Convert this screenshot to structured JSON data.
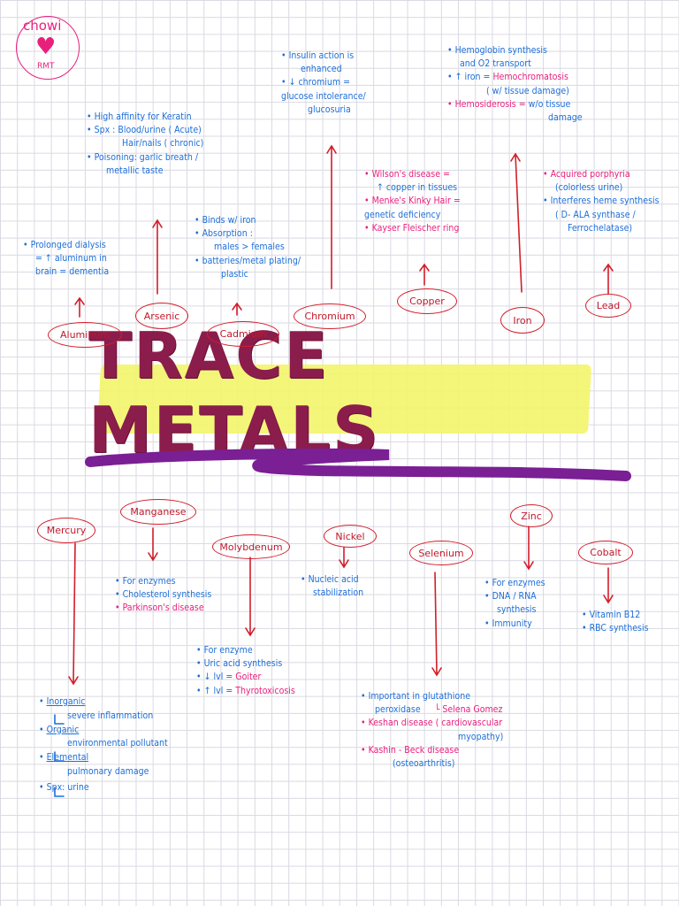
{
  "logo": {
    "top": "chowi",
    "bottom": "RMT"
  },
  "title": "TRACE METALS",
  "labels": {
    "aluminum": "Aluminum",
    "arsenic": "Arsenic",
    "cadmium": "Cadmium",
    "chromium": "Chromium",
    "copper": "Copper",
    "iron": "Iron",
    "lead": "Lead",
    "mercury": "Mercury",
    "manganese": "Manganese",
    "molybdenum": "Molybdenum",
    "nickel": "Nickel",
    "selenium": "Selenium",
    "zinc": "Zinc",
    "cobalt": "Cobalt"
  },
  "notes": {
    "aluminum": [
      "• Prolonged dialysis",
      "= ↑ aluminum in",
      "brain = dementia"
    ],
    "arsenic": [
      "• High affinity for Keratin",
      "• Spx : Blood/urine ( Acute)",
      "Hair/nails ( chronic)",
      "• Poisoning: garlic breath /",
      "metallic taste"
    ],
    "cadmium": [
      "• Binds w/ iron",
      "• Absorption :",
      "males > females",
      "• batteries/metal plating/",
      "plastic"
    ],
    "chromium": [
      "• Insulin action is",
      "enhanced",
      "• ↓ chromium =",
      "glucose intolerance/",
      "glucosuria"
    ],
    "copper": [
      "• Wilson's disease =",
      "↑ copper in tissues",
      "• Menke's Kinky Hair =",
      "genetic deficiency",
      "• Kayser Fleischer ring"
    ],
    "iron": [
      "• Hemoglobin synthesis",
      "and O2 transport",
      "• ↑ iron = ",
      "Hemochromatosis",
      "( w/ tissue damage)",
      "• Hemosiderosis = ",
      "w/o tissue",
      "damage"
    ],
    "lead": [
      "• Acquired porphyria",
      "(colorless urine)",
      "• Interferes heme synthesis",
      "( D- ALA synthase /",
      "Ferrochelatase)"
    ],
    "mercury": [
      "Inorganic",
      "severe inflammation",
      "Organic",
      "environmental pollutant",
      "Elemental",
      "pulmonary damage",
      "• Spx: urine"
    ],
    "manganese": [
      "• For enzymes",
      "• Cholesterol synthesis",
      "• Parkinson's disease"
    ],
    "molybdenum": [
      "• For enzyme",
      "• Uric acid synthesis",
      "• ↓ lvl = ",
      "Goiter",
      "• ↑ lvl = ",
      "Thyrotoxicosis"
    ],
    "nickel": [
      "• Nucleic acid",
      "stabilization"
    ],
    "selenium": [
      "• Important in glutathione",
      "peroxidase",
      "└ Selena Gomez",
      "• Keshan disease ( cardiovascular",
      "myopathy)",
      "• Kashin - Beck disease",
      "(osteoarthritis)"
    ],
    "zinc": [
      "• For enzymes",
      "• DNA / RNA",
      "synthesis",
      "• Immunity"
    ],
    "cobalt": [
      "• Vitamin B12",
      "• RBC synthesis"
    ]
  }
}
